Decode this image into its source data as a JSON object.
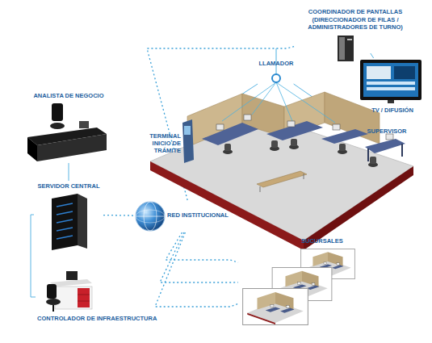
{
  "diagram": {
    "nodes": [
      {
        "text": [
          "COORDINADOR DE PANTALLAS",
          "(DIRECCIONADOR DE FILAS / ADMINISTRADORES DE TURNO)"
        ]
      },
      {
        "text": [
          "LLAMADOR"
        ]
      },
      {
        "text": [
          "TV / DIFUSIÓN"
        ]
      },
      {
        "text": [
          "ANALISTA DE NEGOCIO"
        ]
      },
      {
        "text": [
          "TERMINAL INICIO DE TRÁMITE"
        ]
      },
      {
        "text": [
          "SUPERVISOR"
        ]
      },
      {
        "text": [
          "SERVIDOR CENTRAL"
        ]
      },
      {
        "text": [
          "RED INSTITUCIONAL"
        ]
      },
      {
        "text": [
          "SUCURSALES"
        ]
      },
      {
        "text": [
          "CONTROLADOR DE INFRAESTRUCTURA"
        ]
      }
    ],
    "edges": [
      {
        "from": 3,
        "to": 6,
        "arrow": "none"
      },
      {
        "from": 6,
        "to": 9,
        "arrow": "none"
      },
      {
        "from": 6,
        "to": 7,
        "arrow": "none"
      },
      {
        "from": 7,
        "to": 0,
        "arrow": "none"
      },
      {
        "from": 0,
        "to": 2,
        "arrow": "none"
      },
      {
        "from": 1,
        "to": 4,
        "arrow": "none"
      },
      {
        "from": 1,
        "to": 5,
        "arrow": "none"
      },
      {
        "from": 7,
        "to": 8,
        "arrow": "none"
      },
      {
        "from": 7,
        "to": 8,
        "arrow": "none"
      },
      {
        "from": 7,
        "to": 8,
        "arrow": "none"
      }
    ]
  }
}
